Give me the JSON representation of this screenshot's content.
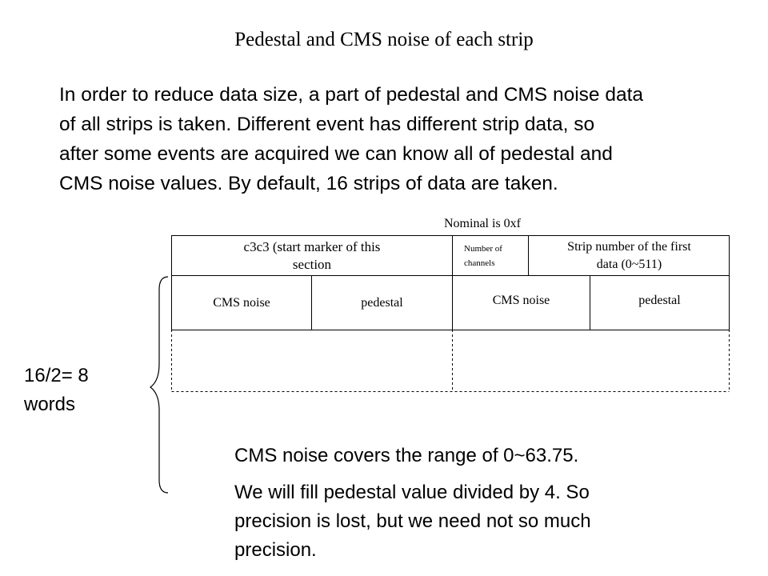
{
  "title": "Pedestal and CMS noise of each strip",
  "intro_lines": [
    "In order to reduce data size, a part of pedestal and CMS noise data",
    "of all strips is taken. Different event has different strip data, so",
    "after some events are acquired we can know all of pedestal and",
    "CMS noise values.  By default, 16 strips of data are taken."
  ],
  "diagram": {
    "nominal_note": "Nominal is 0xf",
    "header_row": {
      "start_marker": [
        "c3c3 (start marker of this",
        "section"
      ],
      "number_of_channels": [
        "Number of",
        "channels"
      ],
      "first_strip": [
        "Strip number of the first",
        "data (0~511)"
      ]
    },
    "data_row": {
      "cells": [
        "CMS noise",
        "pedestal",
        "CMS noise",
        "pedestal"
      ]
    }
  },
  "words_label": [
    "16/2= 8",
    "words"
  ],
  "notes": {
    "cms_range": "CMS noise covers the range of 0~63.75.",
    "pedestal_lines": [
      "We will fill pedestal value divided by 4. So",
      "precision is lost, but we need not so much",
      "precision."
    ]
  }
}
